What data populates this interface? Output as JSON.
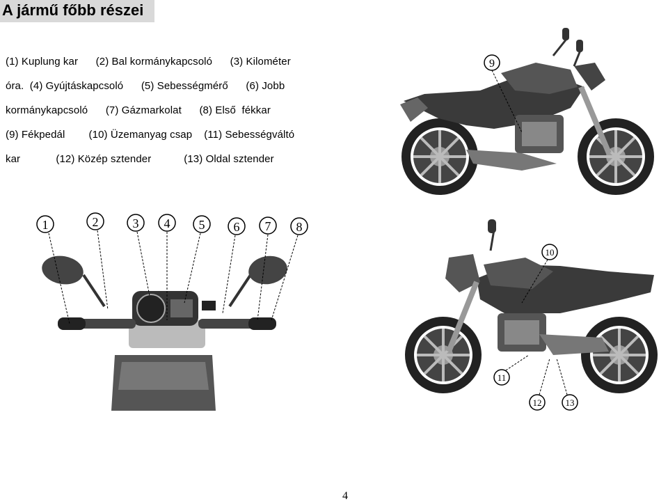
{
  "title": "A jármű főbb részei",
  "description_lines": [
    "(1) Kuplung kar      (2) Bal kormánykapcsoló      (3) Kilométer",
    "óra.  (4) Gyújtáskapcsoló      (5) Sebességmérő      (6) Jobb",
    "kormánykapcsoló      (7) Gázmarkolat      (8) Első  fékkar",
    "(9) Fékpedál        (10) Üzemanyag csap    (11) Sebességváltó",
    "kar            (12) Közép sztender           (13) Oldal sztender"
  ],
  "handlebar_callouts": [
    "1",
    "2",
    "3",
    "4",
    "5",
    "6",
    "7",
    "8"
  ],
  "right_side_callout": "9",
  "left_side_callouts": [
    "10",
    "11",
    "12",
    "13"
  ],
  "page_number": "4"
}
